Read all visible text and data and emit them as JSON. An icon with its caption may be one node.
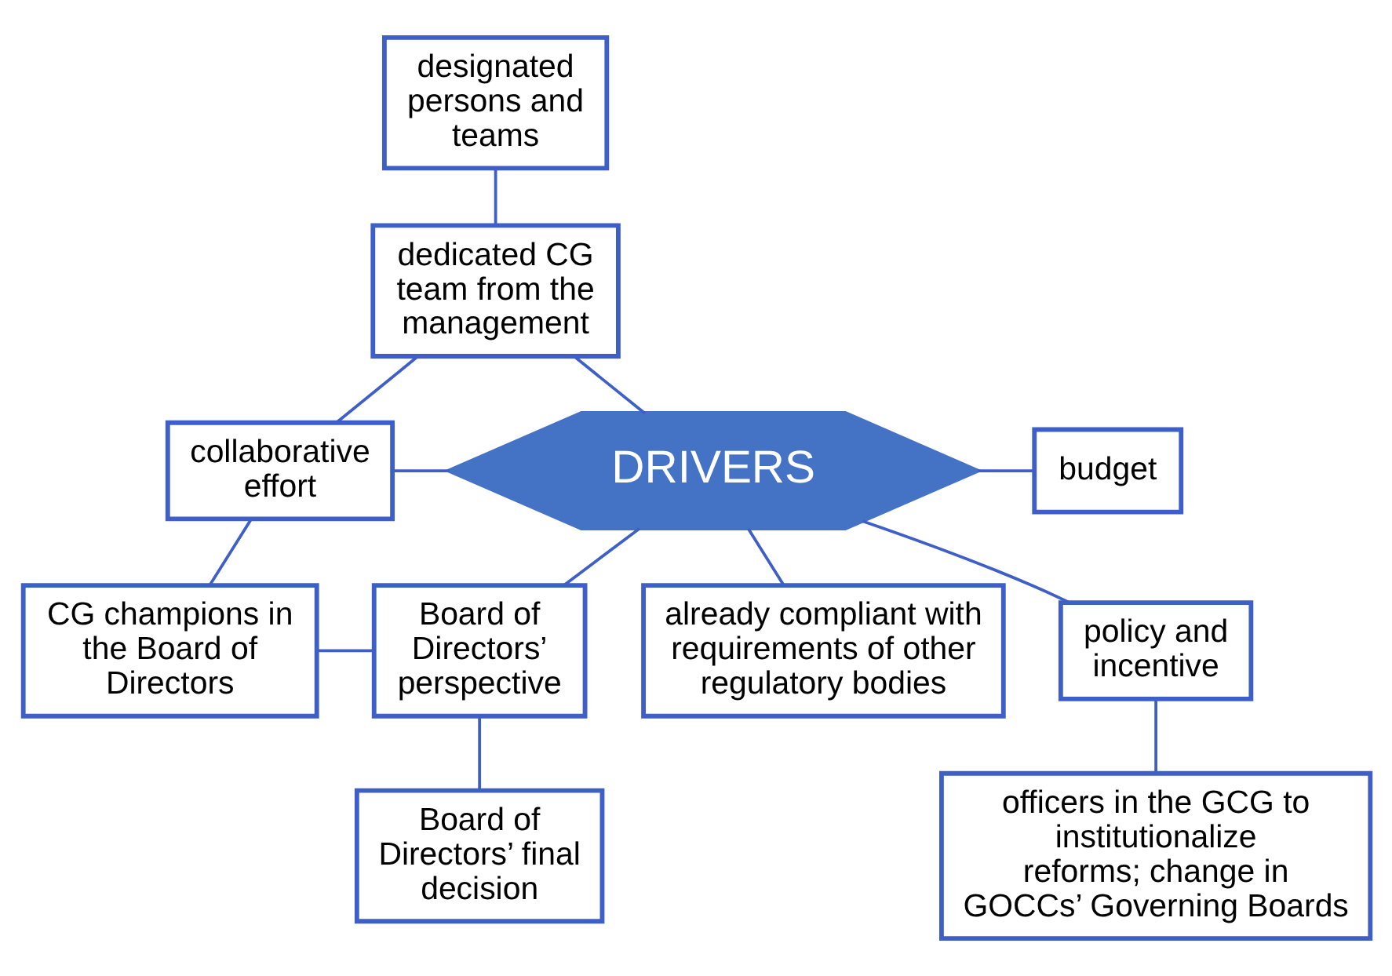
{
  "diagram": {
    "nodes": [
      {
        "text": [
          "designated persons and teams"
        ]
      },
      {
        "text": [
          "dedicated CG team from the management"
        ]
      },
      {
        "text": [
          "already compliant with requirements of other regulatory bodies"
        ]
      },
      {
        "text": [
          "collaborative effort"
        ]
      },
      {
        "text": [
          "DRIVERS"
        ]
      },
      {
        "text": [
          "budget"
        ]
      },
      {
        "text": [
          "Board of Directors’ perspective"
        ]
      },
      {
        "text": [
          "CG champions in the Board of Directors"
        ]
      },
      {
        "text": [
          "policy and incentive"
        ]
      },
      {
        "text": [
          "Board of Directors’ final decision"
        ]
      },
      {
        "text": [
          "officers in the GCG to institutionalize reforms; change in GOCCs’ Governing Boards"
        ]
      }
    ],
    "edges": [
      {
        "from": 0,
        "to": 1,
        "arrow": "none"
      },
      {
        "from": 1,
        "to": 4,
        "arrow": "none"
      },
      {
        "from": 1,
        "to": 3,
        "arrow": "none"
      },
      {
        "from": 4,
        "to": 2,
        "arrow": "none"
      },
      {
        "from": 3,
        "to": 4,
        "arrow": "none"
      },
      {
        "from": 4,
        "to": 5,
        "arrow": "none"
      },
      {
        "from": 4,
        "to": 6,
        "arrow": "none"
      },
      {
        "from": 4,
        "to": 8,
        "arrow": "none"
      },
      {
        "from": 3,
        "to": 7,
        "arrow": "none"
      },
      {
        "from": 7,
        "to": 6,
        "arrow": "none"
      },
      {
        "from": 6,
        "to": 9,
        "arrow": "none"
      },
      {
        "from": 8,
        "to": 10,
        "arrow": "none"
      }
    ]
  }
}
